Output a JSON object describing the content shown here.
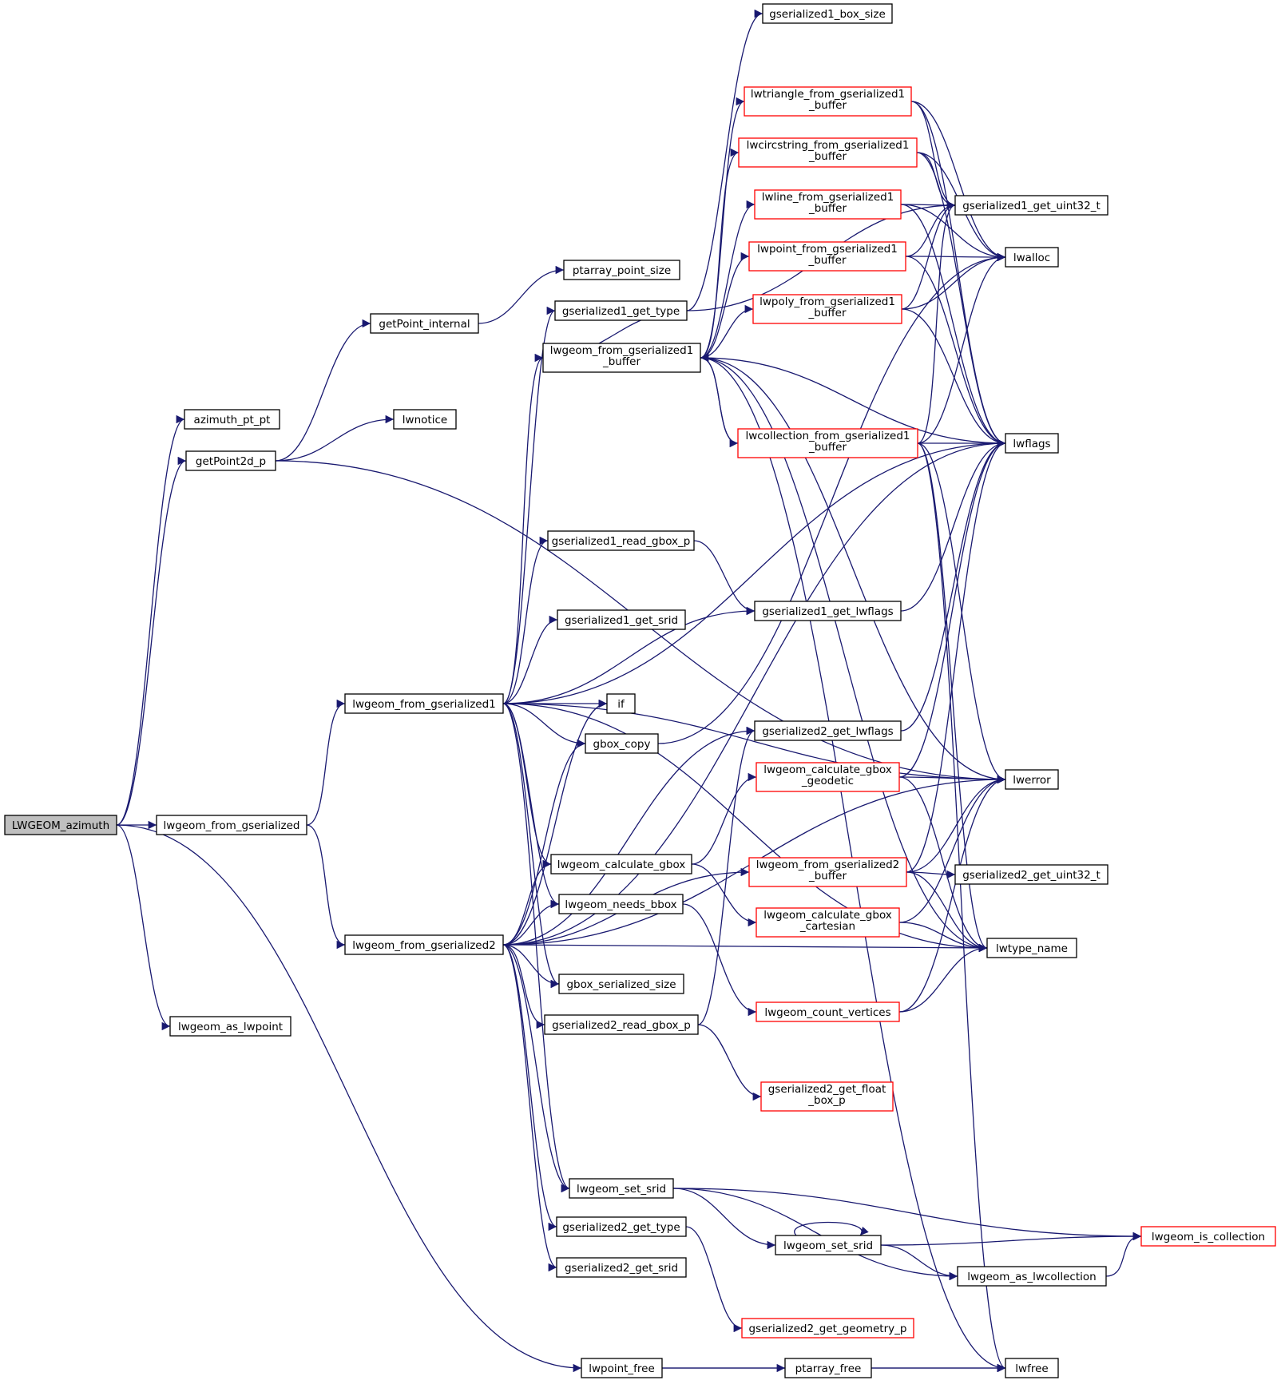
{
  "colors": {
    "edge": "#191970",
    "node_border_normal": "#000000",
    "node_border_truncated": "#ff0000",
    "root_fill": "#bfbfbf",
    "node_fill": "#ffffff"
  },
  "nodes": {
    "LWGEOM_azimuth": {
      "label": [
        "LWGEOM_azimuth"
      ],
      "root": true
    },
    "azimuth_pt_pt": {
      "label": [
        "azimuth_pt_pt"
      ]
    },
    "getPoint2d_p": {
      "label": [
        "getPoint2d_p"
      ]
    },
    "lwgeom_from_gserialized": {
      "label": [
        "lwgeom_from_gserialized"
      ]
    },
    "lwgeom_as_lwpoint": {
      "label": [
        "lwgeom_as_lwpoint"
      ]
    },
    "lwpoint_free": {
      "label": [
        "lwpoint_free"
      ]
    },
    "getPoint_internal": {
      "label": [
        "getPoint_internal"
      ]
    },
    "lwnotice": {
      "label": [
        "lwnotice"
      ]
    },
    "lwgeom_from_gserialized1": {
      "label": [
        "lwgeom_from_gserialized1"
      ]
    },
    "lwgeom_from_gserialized2": {
      "label": [
        "lwgeom_from_gserialized2"
      ]
    },
    "gserialized1_box_size": {
      "label": [
        "gserialized1_box_size"
      ]
    },
    "ptarray_point_size": {
      "label": [
        "ptarray_point_size"
      ]
    },
    "gserialized1_get_type": {
      "label": [
        "gserialized1_get_type"
      ]
    },
    "lwgeom_from_gserialized1_buffer": {
      "label": [
        "lwgeom_from_gserialized1",
        "_buffer"
      ]
    },
    "gserialized1_read_gbox_p": {
      "label": [
        "gserialized1_read_gbox_p"
      ]
    },
    "gserialized1_get_srid": {
      "label": [
        "gserialized1_get_srid"
      ]
    },
    "if": {
      "label": [
        "if"
      ]
    },
    "gbox_copy": {
      "label": [
        "gbox_copy"
      ]
    },
    "lwgeom_calculate_gbox": {
      "label": [
        "lwgeom_calculate_gbox"
      ]
    },
    "lwgeom_needs_bbox": {
      "label": [
        "lwgeom_needs_bbox"
      ]
    },
    "gbox_serialized_size": {
      "label": [
        "gbox_serialized_size"
      ]
    },
    "gserialized2_read_gbox_p": {
      "label": [
        "gserialized2_read_gbox_p"
      ]
    },
    "lwgeom_set_srid": {
      "label": [
        "lwgeom_set_srid"
      ]
    },
    "gserialized2_get_type": {
      "label": [
        "gserialized2_get_type"
      ]
    },
    "gserialized2_get_srid": {
      "label": [
        "gserialized2_get_srid"
      ]
    },
    "lwtriangle_from_gserialized1_buffer": {
      "label": [
        "lwtriangle_from_gserialized1",
        "_buffer"
      ],
      "truncated": true
    },
    "lwcircstring_from_gserialized1_buffer": {
      "label": [
        "lwcircstring_from_gserialized1",
        "_buffer"
      ],
      "truncated": true
    },
    "lwline_from_gserialized1_buffer": {
      "label": [
        "lwline_from_gserialized1",
        "_buffer"
      ],
      "truncated": true
    },
    "lwpoint_from_gserialized1_buffer": {
      "label": [
        "lwpoint_from_gserialized1",
        "_buffer"
      ],
      "truncated": true
    },
    "lwpoly_from_gserialized1_buffer": {
      "label": [
        "lwpoly_from_gserialized1",
        "_buffer"
      ],
      "truncated": true
    },
    "lwcollection_from_gserialized1_buffer": {
      "label": [
        "lwcollection_from_gserialized1",
        "_buffer"
      ],
      "truncated": true
    },
    "gserialized1_get_lwflags": {
      "label": [
        "gserialized1_get_lwflags"
      ]
    },
    "gserialized2_get_lwflags": {
      "label": [
        "gserialized2_get_lwflags"
      ]
    },
    "lwgeom_calculate_gbox_geodetic": {
      "label": [
        "lwgeom_calculate_gbox",
        "_geodetic"
      ],
      "truncated": true
    },
    "lwgeom_from_gserialized2_buffer": {
      "label": [
        "lwgeom_from_gserialized2",
        "_buffer"
      ],
      "truncated": true
    },
    "lwgeom_calculate_gbox_cartesian": {
      "label": [
        "lwgeom_calculate_gbox",
        "_cartesian"
      ],
      "truncated": true
    },
    "lwgeom_count_vertices": {
      "label": [
        "lwgeom_count_vertices"
      ],
      "truncated": true
    },
    "gserialized2_get_float_box_p": {
      "label": [
        "gserialized2_get_float",
        "_box_p"
      ],
      "truncated": true
    },
    "lwgeom_set_srid_inner": {
      "label": [
        "lwgeom_set_srid"
      ]
    },
    "gserialized2_get_geometry_p": {
      "label": [
        "gserialized2_get_geometry_p"
      ],
      "truncated": true
    },
    "ptarray_free": {
      "label": [
        "ptarray_free"
      ]
    },
    "gserialized1_get_uint32_t": {
      "label": [
        "gserialized1_get_uint32_t"
      ]
    },
    "lwalloc": {
      "label": [
        "lwalloc"
      ]
    },
    "lwflags": {
      "label": [
        "lwflags"
      ]
    },
    "lwerror": {
      "label": [
        "lwerror"
      ]
    },
    "gserialized2_get_uint32_t": {
      "label": [
        "gserialized2_get_uint32_t"
      ]
    },
    "lwtype_name": {
      "label": [
        "lwtype_name"
      ]
    },
    "lwgeom_is_collection": {
      "label": [
        "lwgeom_is_collection"
      ],
      "truncated": true
    },
    "lwgeom_as_lwcollection": {
      "label": [
        "lwgeom_as_lwcollection"
      ]
    },
    "lwfree": {
      "label": [
        "lwfree"
      ]
    }
  },
  "edges": [
    [
      "LWGEOM_azimuth",
      "azimuth_pt_pt"
    ],
    [
      "LWGEOM_azimuth",
      "getPoint2d_p"
    ],
    [
      "LWGEOM_azimuth",
      "lwgeom_from_gserialized"
    ],
    [
      "LWGEOM_azimuth",
      "lwgeom_as_lwpoint"
    ],
    [
      "LWGEOM_azimuth",
      "lwpoint_free"
    ],
    [
      "getPoint2d_p",
      "getPoint_internal"
    ],
    [
      "getPoint2d_p",
      "lwnotice"
    ],
    [
      "getPoint2d_p",
      "lwerror"
    ],
    [
      "getPoint_internal",
      "ptarray_point_size"
    ],
    [
      "lwgeom_from_gserialized",
      "lwgeom_from_gserialized1"
    ],
    [
      "lwgeom_from_gserialized",
      "lwgeom_from_gserialized2"
    ],
    [
      "lwgeom_from_gserialized1",
      "gserialized1_get_type"
    ],
    [
      "lwgeom_from_gserialized1",
      "lwgeom_from_gserialized1_buffer"
    ],
    [
      "lwgeom_from_gserialized1",
      "gserialized1_read_gbox_p"
    ],
    [
      "lwgeom_from_gserialized1",
      "gserialized1_get_lwflags"
    ],
    [
      "lwgeom_from_gserialized1",
      "gserialized1_get_srid"
    ],
    [
      "lwgeom_from_gserialized1",
      "if"
    ],
    [
      "lwgeom_from_gserialized1",
      "gbox_copy"
    ],
    [
      "lwgeom_from_gserialized1",
      "lwgeom_calculate_gbox"
    ],
    [
      "lwgeom_from_gserialized1",
      "lwgeom_needs_bbox"
    ],
    [
      "lwgeom_from_gserialized1",
      "lwgeom_set_srid"
    ],
    [
      "lwgeom_from_gserialized1",
      "lwflags"
    ],
    [
      "lwgeom_from_gserialized1",
      "lwerror"
    ],
    [
      "lwgeom_from_gserialized1",
      "lwtype_name"
    ],
    [
      "lwgeom_from_gserialized1",
      "gbox_serialized_size"
    ],
    [
      "lwgeom_from_gserialized2",
      "gserialized2_get_lwflags"
    ],
    [
      "lwgeom_from_gserialized2",
      "lwgeom_calculate_gbox"
    ],
    [
      "lwgeom_from_gserialized2",
      "lwgeom_needs_bbox"
    ],
    [
      "lwgeom_from_gserialized2",
      "gbox_serialized_size"
    ],
    [
      "lwgeom_from_gserialized2",
      "gserialized2_read_gbox_p"
    ],
    [
      "lwgeom_from_gserialized2",
      "lwgeom_set_srid"
    ],
    [
      "lwgeom_from_gserialized2",
      "gserialized2_get_type"
    ],
    [
      "lwgeom_from_gserialized2",
      "gserialized2_get_srid"
    ],
    [
      "lwgeom_from_gserialized2",
      "if"
    ],
    [
      "lwgeom_from_gserialized2",
      "gbox_copy"
    ],
    [
      "lwgeom_from_gserialized2",
      "lwgeom_from_gserialized2_buffer"
    ],
    [
      "lwgeom_from_gserialized2",
      "lwflags"
    ],
    [
      "lwgeom_from_gserialized2",
      "lwerror"
    ],
    [
      "lwgeom_from_gserialized2",
      "lwtype_name"
    ],
    [
      "gserialized1_get_type",
      "gserialized1_box_size"
    ],
    [
      "gserialized1_get_type",
      "gserialized1_get_uint32_t"
    ],
    [
      "lwgeom_from_gserialized1_buffer",
      "gserialized1_get_type"
    ],
    [
      "lwgeom_from_gserialized1_buffer",
      "lwtriangle_from_gserialized1_buffer"
    ],
    [
      "lwgeom_from_gserialized1_buffer",
      "lwcircstring_from_gserialized1_buffer"
    ],
    [
      "lwgeom_from_gserialized1_buffer",
      "lwline_from_gserialized1_buffer"
    ],
    [
      "lwgeom_from_gserialized1_buffer",
      "lwpoint_from_gserialized1_buffer"
    ],
    [
      "lwgeom_from_gserialized1_buffer",
      "lwpoly_from_gserialized1_buffer"
    ],
    [
      "lwgeom_from_gserialized1_buffer",
      "lwcollection_from_gserialized1_buffer"
    ],
    [
      "lwgeom_from_gserialized1_buffer",
      "lwflags"
    ],
    [
      "lwgeom_from_gserialized1_buffer",
      "lwerror"
    ],
    [
      "lwgeom_from_gserialized1_buffer",
      "lwtype_name"
    ],
    [
      "lwgeom_from_gserialized1_buffer",
      "lwfree"
    ],
    [
      "lwtriangle_from_gserialized1_buffer",
      "gserialized1_get_uint32_t"
    ],
    [
      "lwtriangle_from_gserialized1_buffer",
      "lwalloc"
    ],
    [
      "lwtriangle_from_gserialized1_buffer",
      "lwflags"
    ],
    [
      "lwcircstring_from_gserialized1_buffer",
      "gserialized1_get_uint32_t"
    ],
    [
      "lwcircstring_from_gserialized1_buffer",
      "lwalloc"
    ],
    [
      "lwcircstring_from_gserialized1_buffer",
      "lwflags"
    ],
    [
      "lwline_from_gserialized1_buffer",
      "gserialized1_get_uint32_t"
    ],
    [
      "lwline_from_gserialized1_buffer",
      "lwalloc"
    ],
    [
      "lwline_from_gserialized1_buffer",
      "lwflags"
    ],
    [
      "lwpoint_from_gserialized1_buffer",
      "gserialized1_get_uint32_t"
    ],
    [
      "lwpoint_from_gserialized1_buffer",
      "lwalloc"
    ],
    [
      "lwpoint_from_gserialized1_buffer",
      "lwflags"
    ],
    [
      "lwpoly_from_gserialized1_buffer",
      "gserialized1_get_uint32_t"
    ],
    [
      "lwpoly_from_gserialized1_buffer",
      "lwalloc"
    ],
    [
      "lwpoly_from_gserialized1_buffer",
      "lwflags"
    ],
    [
      "lwcollection_from_gserialized1_buffer",
      "lwgeom_from_gserialized1_buffer"
    ],
    [
      "lwcollection_from_gserialized1_buffer",
      "gserialized1_get_uint32_t"
    ],
    [
      "lwcollection_from_gserialized1_buffer",
      "lwalloc"
    ],
    [
      "lwcollection_from_gserialized1_buffer",
      "lwflags"
    ],
    [
      "lwcollection_from_gserialized1_buffer",
      "lwerror"
    ],
    [
      "lwcollection_from_gserialized1_buffer",
      "lwtype_name"
    ],
    [
      "lwcollection_from_gserialized1_buffer",
      "lwfree"
    ],
    [
      "gserialized1_read_gbox_p",
      "gserialized1_get_lwflags"
    ],
    [
      "gserialized1_get_lwflags",
      "lwflags"
    ],
    [
      "gbox_copy",
      "lwalloc"
    ],
    [
      "lwgeom_calculate_gbox",
      "lwgeom_calculate_gbox_geodetic"
    ],
    [
      "lwgeom_calculate_gbox",
      "lwgeom_calculate_gbox_cartesian"
    ],
    [
      "lwgeom_needs_bbox",
      "lwgeom_count_vertices"
    ],
    [
      "gserialized2_read_gbox_p",
      "gserialized2_get_lwflags"
    ],
    [
      "gserialized2_read_gbox_p",
      "gserialized2_get_float_box_p"
    ],
    [
      "gserialized2_get_lwflags",
      "lwflags"
    ],
    [
      "lwgeom_calculate_gbox_geodetic",
      "lwerror"
    ],
    [
      "lwgeom_calculate_gbox_geodetic",
      "lwtype_name"
    ],
    [
      "lwgeom_calculate_gbox_geodetic",
      "lwflags"
    ],
    [
      "lwgeom_from_gserialized2_buffer",
      "gserialized2_get_uint32_t"
    ],
    [
      "lwgeom_from_gserialized2_buffer",
      "lwerror"
    ],
    [
      "lwgeom_from_gserialized2_buffer",
      "lwtype_name"
    ],
    [
      "lwgeom_from_gserialized2_buffer",
      "lwflags"
    ],
    [
      "lwgeom_calculate_gbox_cartesian",
      "lwerror"
    ],
    [
      "lwgeom_calculate_gbox_cartesian",
      "lwtype_name"
    ],
    [
      "lwgeom_count_vertices",
      "lwerror"
    ],
    [
      "lwgeom_count_vertices",
      "lwtype_name"
    ],
    [
      "lwgeom_set_srid",
      "lwgeom_set_srid_inner"
    ],
    [
      "lwgeom_set_srid",
      "lwgeom_is_collection"
    ],
    [
      "lwgeom_set_srid",
      "lwgeom_as_lwcollection"
    ],
    [
      "lwgeom_set_srid_inner",
      "lwgeom_set_srid_inner"
    ],
    [
      "lwgeom_set_srid_inner",
      "lwgeom_is_collection"
    ],
    [
      "lwgeom_set_srid_inner",
      "lwgeom_as_lwcollection"
    ],
    [
      "lwgeom_as_lwcollection",
      "lwgeom_is_collection"
    ],
    [
      "gserialized2_get_type",
      "gserialized2_get_geometry_p"
    ],
    [
      "lwpoint_free",
      "ptarray_free"
    ],
    [
      "lwpoint_free",
      "lwfree"
    ],
    [
      "ptarray_free",
      "lwfree"
    ]
  ]
}
